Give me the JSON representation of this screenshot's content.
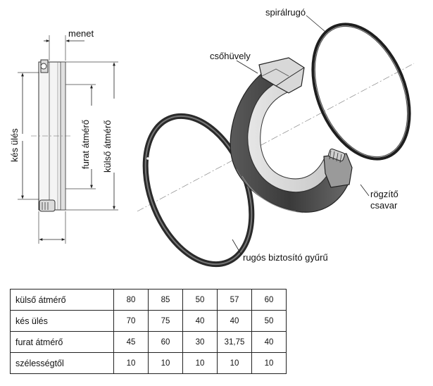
{
  "labels": {
    "menet": "menet",
    "kes_ules": "kés ülés",
    "furat_atmero": "furat átmérő",
    "kulso_atmero": "külső átmérő",
    "spiralrugo": "spirálrugó",
    "csohuvely": "csőhüvely",
    "rogzito_csavar_line1": "rögzítő",
    "rogzito_csavar_line2": "csavar",
    "rugos_biztosito_gyuru": "rugós biztosító gyűrű"
  },
  "table": {
    "rows": [
      {
        "label": "külső átmérő",
        "values": [
          "80",
          "85",
          "50",
          "57",
          "60"
        ]
      },
      {
        "label": "kés ülés",
        "values": [
          "70",
          "75",
          "40",
          "40",
          "50"
        ]
      },
      {
        "label": "furat átmérő",
        "values": [
          "45",
          "60",
          "30",
          "31,75",
          "40"
        ]
      },
      {
        "label": "szélességtől",
        "values": [
          "10",
          "10",
          "10",
          "10",
          "10"
        ]
      }
    ]
  }
}
